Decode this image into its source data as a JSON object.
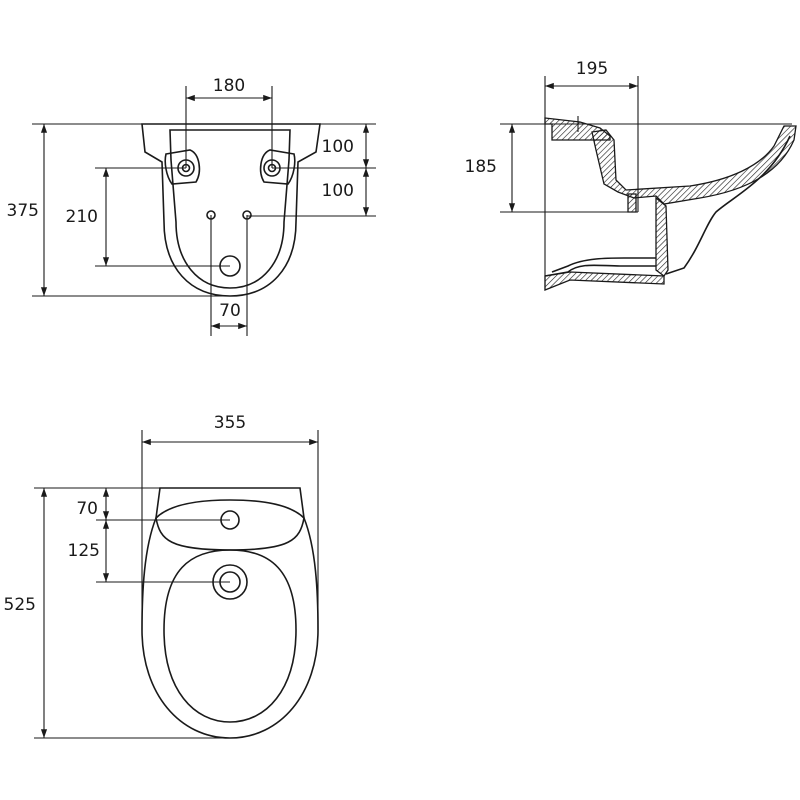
{
  "front_view": {
    "width_holes": "180",
    "total_height": "375",
    "top_offset": "100",
    "mid_offset": "100",
    "drain_height": "210",
    "pipe_spacing": "70"
  },
  "side_view": {
    "projection": "195",
    "rim_height": "185"
  },
  "top_view": {
    "width": "355",
    "length": "525",
    "tap_hole_offset": "70",
    "drain_offset": "125"
  }
}
